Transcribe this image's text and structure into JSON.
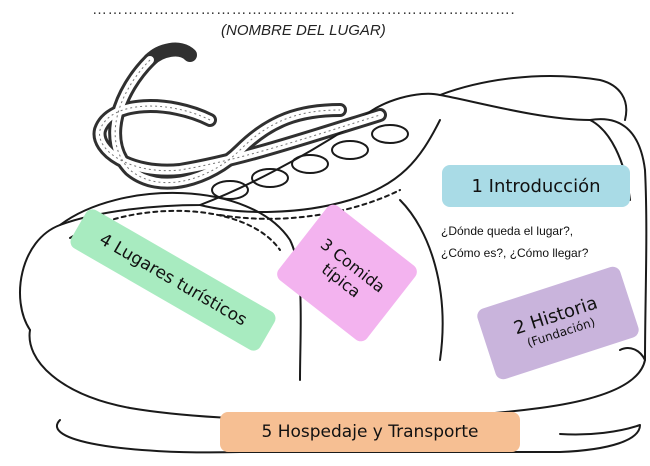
{
  "header": {
    "dots": "……………………………………………………………………….",
    "place_name_label": "(NOMBRE DEL LUGAR)"
  },
  "sections": {
    "introduccion": {
      "label": "1 Introducción",
      "question_1": "¿Dónde queda el lugar?,",
      "question_2": "¿Cómo es?, ¿Cómo llegar?"
    },
    "historia": {
      "label": "2 Historia",
      "sub": "(Fundación)"
    },
    "comida": {
      "label": "3 Comida típica"
    },
    "lugares": {
      "label": "4 Lugares turísticos"
    },
    "hospedaje": {
      "label": "5 Hospedaje y Transporte"
    }
  },
  "colors": {
    "introduccion": "#a9dbe6",
    "historia": "#c9b4dc",
    "comida": "#f3b3ef",
    "lugares": "#a8ebc0",
    "hospedaje": "#f6bf93",
    "outline": "#1a1a1a"
  },
  "icons": [
    "shoe-illustration",
    "shoelace-icon"
  ]
}
